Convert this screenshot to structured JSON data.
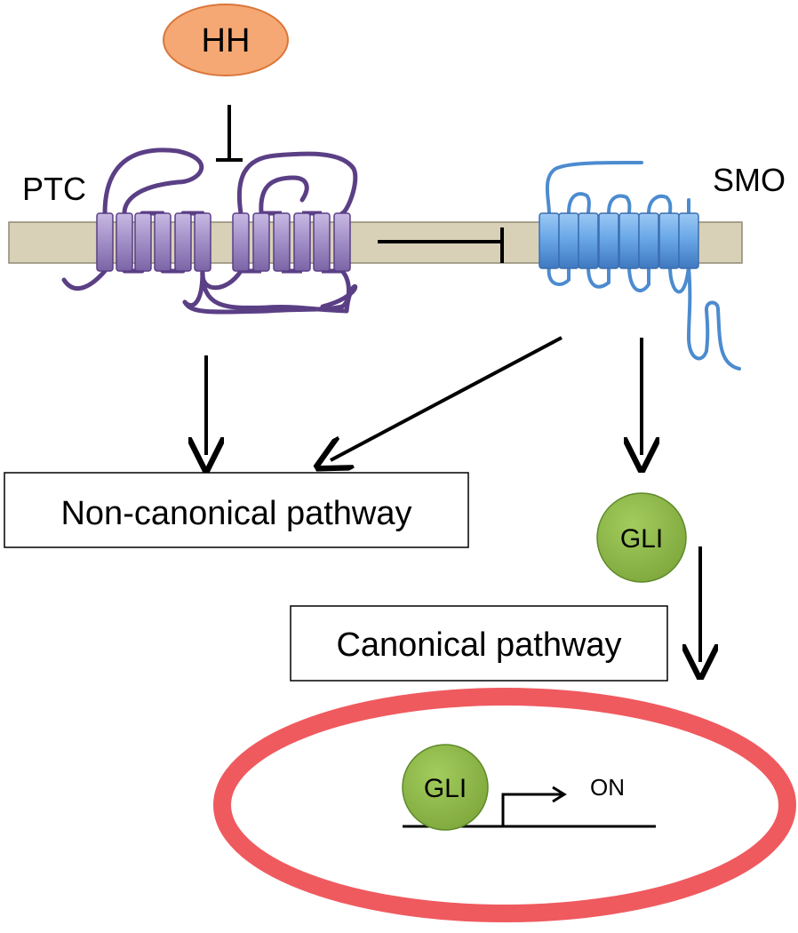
{
  "ligand": {
    "label": "HH"
  },
  "receptors": {
    "ptc": "PTC",
    "smo": "SMO"
  },
  "pathways": {
    "non_canonical": "Non-canonical pathway",
    "canonical": "Canonical pathway"
  },
  "transcription_factor": {
    "label": "GLI"
  },
  "nucleus": {
    "gli_label": "GLI",
    "state": "ON"
  },
  "colors": {
    "membrane": "#d8d1b8",
    "membrane_stroke": "#8e8a76",
    "ptc": "#5b3f85",
    "ptc_helix": "#a592c9",
    "smo": "#4c8bcf",
    "smo_helix": "#6aa8e8",
    "hh_fill": "#f5a873",
    "gli_fill": "#8fb84a",
    "nucleus": "#ef5a5f"
  }
}
